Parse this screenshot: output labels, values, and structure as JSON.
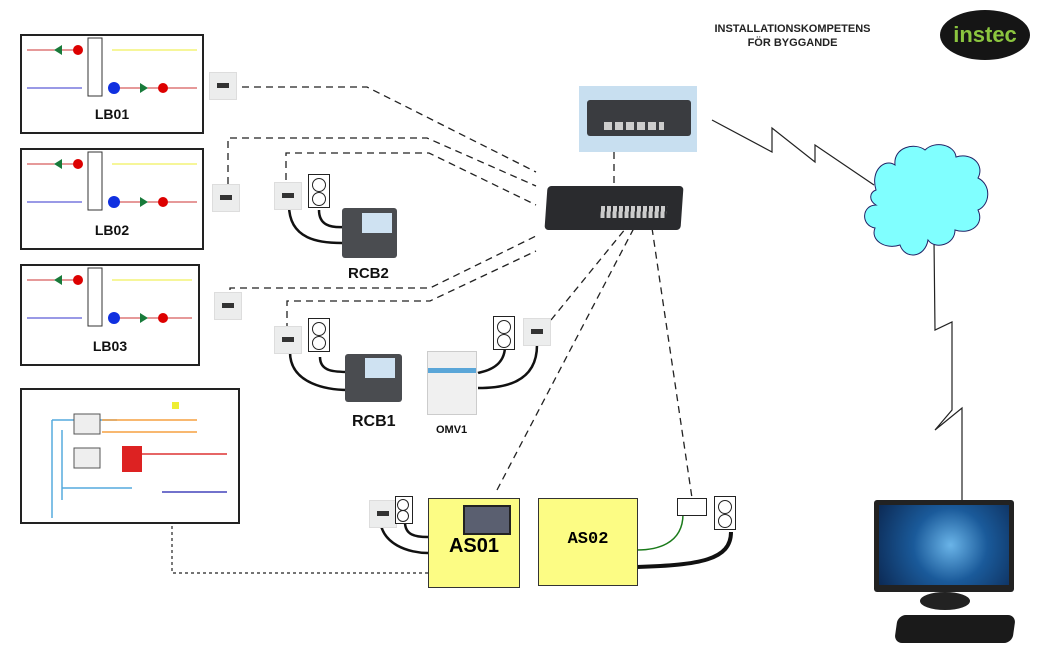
{
  "header": {
    "line1": "INSTALLATIONSKOMPETENS",
    "line2": "FÖR BYGGANDE",
    "logo_text": "instec"
  },
  "colors": {
    "cloud_fill": "#80ffff",
    "as_box_fill": "#fcfc84",
    "logo_bg": "#151515",
    "logo_text": "#8bc53f"
  },
  "air_handling_units": [
    {
      "label": "LB01"
    },
    {
      "label": "LB02"
    },
    {
      "label": "LB03"
    }
  ],
  "controllers": {
    "rcb2": "RCB2",
    "rcb1": "RCB1",
    "omv1": "OMV1"
  },
  "automation_stations": {
    "as01": "AS01",
    "as02": "AS02"
  },
  "icons": {
    "network_switch": "network-switch-icon",
    "router": "router-icon",
    "cloud": "cloud-icon",
    "computer": "desktop-computer-icon",
    "ethernet_outlet": "ethernet-outlet-icon",
    "power_outlet": "power-outlet-icon"
  }
}
